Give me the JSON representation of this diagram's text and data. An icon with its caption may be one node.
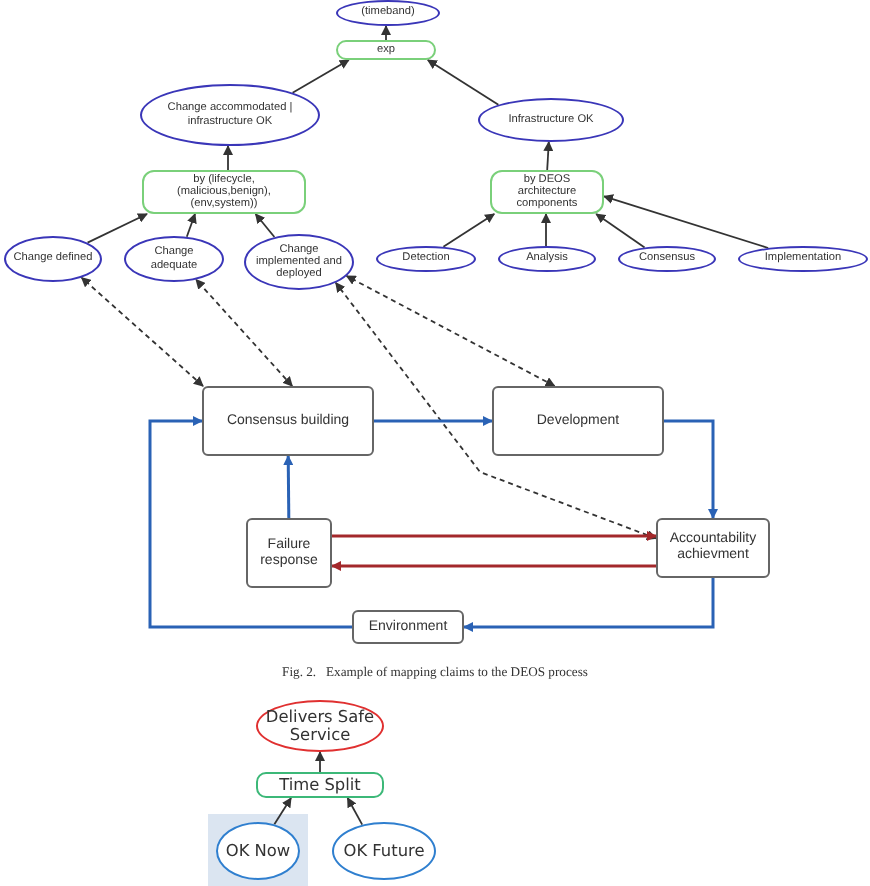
{
  "diagram": {
    "caption": "Fig. 2.   Example of mapping claims to the DEOS process",
    "nodes": [
      {
        "text": [
          "(timeband)"
        ]
      },
      {
        "text": [
          "exp"
        ]
      },
      {
        "text": [
          "Change accommodated | infrastructure OK"
        ]
      },
      {
        "text": [
          "Infrastructure OK"
        ]
      },
      {
        "text": [
          "by (lifecycle, (malicious,benign), (env,system))"
        ]
      },
      {
        "text": [
          "by DEOS architecture components"
        ]
      },
      {
        "text": [
          "Change defined"
        ]
      },
      {
        "text": [
          "Change adequate"
        ]
      },
      {
        "text": [
          "Change implemented and deployed"
        ]
      },
      {
        "text": [
          "Detection"
        ]
      },
      {
        "text": [
          "Analysis"
        ]
      },
      {
        "text": [
          "Consensus"
        ]
      },
      {
        "text": [
          "Implementation"
        ]
      },
      {
        "text": [
          "Consensus building"
        ]
      },
      {
        "text": [
          "Development"
        ]
      },
      {
        "text": [
          "Failure response"
        ]
      },
      {
        "text": [
          "Accountability achievment"
        ]
      },
      {
        "text": [
          "Environment"
        ]
      },
      {
        "text": [
          "Delivers Safe Service"
        ]
      },
      {
        "text": [
          "Time Split"
        ]
      },
      {
        "text": [
          "OK Now"
        ]
      },
      {
        "text": [
          "OK Future"
        ]
      }
    ],
    "edges": [
      {
        "from": 1,
        "to": 0,
        "arrow": "to"
      },
      {
        "from": 2,
        "to": 1,
        "arrow": "to"
      },
      {
        "from": 3,
        "to": 1,
        "arrow": "to"
      },
      {
        "from": 4,
        "to": 2,
        "arrow": "to"
      },
      {
        "from": 5,
        "to": 3,
        "arrow": "to"
      },
      {
        "from": 6,
        "to": 4,
        "arrow": "to"
      },
      {
        "from": 7,
        "to": 4,
        "arrow": "to"
      },
      {
        "from": 8,
        "to": 4,
        "arrow": "to"
      },
      {
        "from": 9,
        "to": 5,
        "arrow": "to"
      },
      {
        "from": 10,
        "to": 5,
        "arrow": "to"
      },
      {
        "from": 11,
        "to": 5,
        "arrow": "to"
      },
      {
        "from": 12,
        "to": 5,
        "arrow": "to"
      },
      {
        "from": 13,
        "to": 6,
        "arrow": "both",
        "style": "dashed"
      },
      {
        "from": 13,
        "to": 7,
        "arrow": "both",
        "style": "dashed"
      },
      {
        "from": 14,
        "to": 8,
        "arrow": "both",
        "style": "dashed"
      },
      {
        "from": 16,
        "to": 8,
        "arrow": "both",
        "style": "dashed"
      },
      {
        "from": 13,
        "to": 14,
        "arrow": "to",
        "color": "#2a62b5"
      },
      {
        "from": 14,
        "to": 16,
        "arrow": "to",
        "color": "#2a62b5"
      },
      {
        "from": 16,
        "to": 17,
        "arrow": "to",
        "color": "#2a62b5"
      },
      {
        "from": 17,
        "to": 13,
        "arrow": "to",
        "color": "#2a62b5"
      },
      {
        "from": 15,
        "to": 13,
        "arrow": "to",
        "color": "#2a62b5"
      },
      {
        "from": 15,
        "to": 16,
        "arrow": "to",
        "color": "#a3282b"
      },
      {
        "from": 16,
        "to": 15,
        "arrow": "to",
        "color": "#a3282b"
      },
      {
        "from": 19,
        "to": 18,
        "arrow": "to"
      },
      {
        "from": 20,
        "to": 19,
        "arrow": "to"
      },
      {
        "from": 21,
        "to": 19,
        "arrow": "to"
      }
    ]
  }
}
